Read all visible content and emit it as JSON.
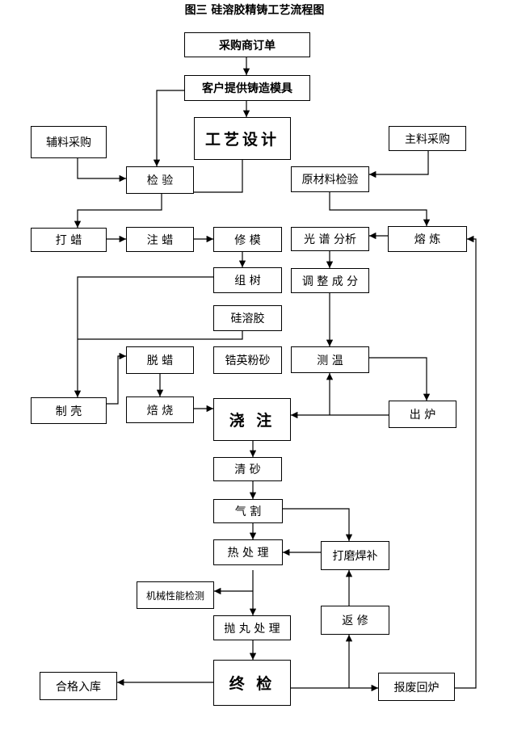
{
  "title": "图三  硅溶胶精铸工艺流程图",
  "nodes": {
    "purchase_order": "采购商订单",
    "customer_mold": "客户提供铸造模具",
    "aux_purchase": "辅料采购",
    "process_design": "工艺设计",
    "main_purchase": "主料采购",
    "inspect": "检  验",
    "raw_inspect": "原材料检验",
    "wax_press": "打  蜡",
    "wax_inject": "注  蜡",
    "mold_repair": "修  模",
    "spectrum": "光 谱 分析",
    "melt": "熔  炼",
    "assemble": "组  树",
    "adjust": "调 整 成 分",
    "silica_sol": "硅溶胶",
    "dewax": "脱 蜡",
    "zircon_sand": "锆英粉砂",
    "temp_measure": "测 温",
    "shell": "制  壳",
    "roast": "焙 烧",
    "pour": "浇 注",
    "tap": "出 炉",
    "sand_clean": "清    砂",
    "gas_cut": "气    割",
    "heat_treat": "热 处 理",
    "grind_weld": "打磨焊补",
    "mech_test": "机械性能检测",
    "shot_blast": "抛 丸 处 理",
    "rework": "返    修",
    "qualified": "合格入库",
    "final_check": "终 检",
    "scrap_return": "报废回炉"
  }
}
